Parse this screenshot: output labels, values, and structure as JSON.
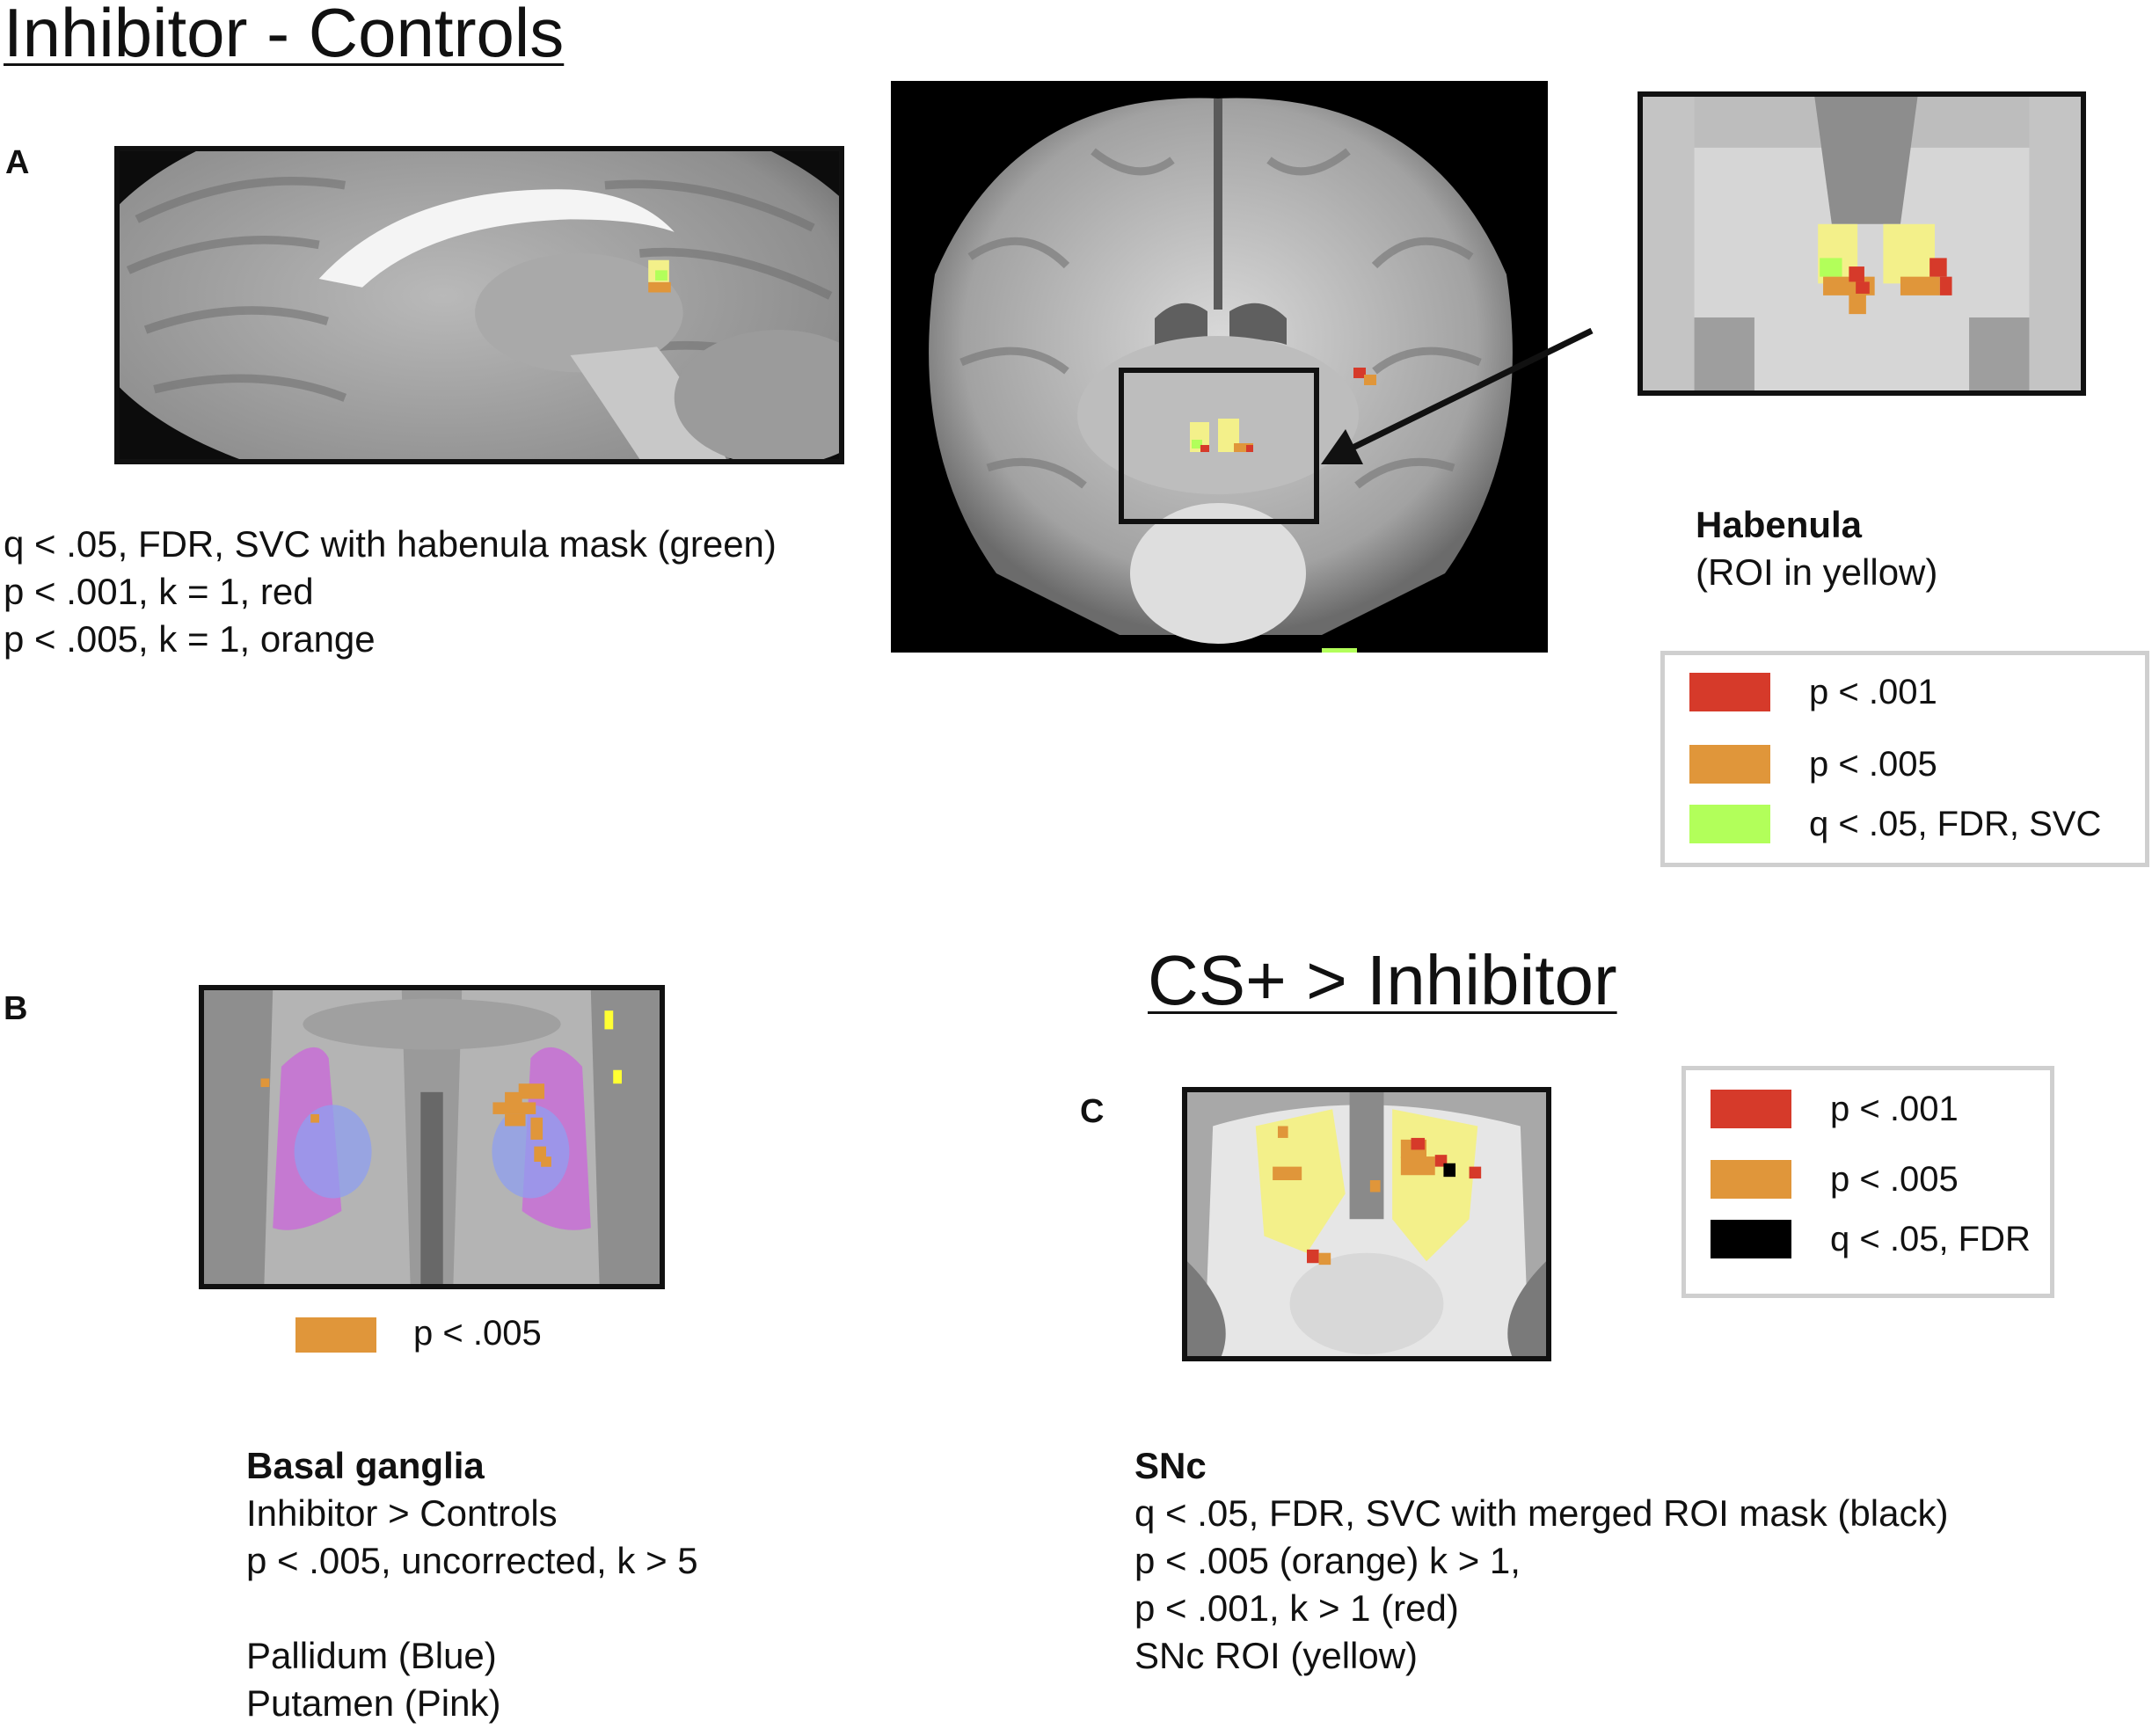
{
  "titles": {
    "top": "Inhibitor - Controls",
    "bottom": "CS+ > Inhibitor"
  },
  "panels": {
    "a": "A",
    "b": "B",
    "c": "C"
  },
  "panel_a": {
    "caption": [
      "q < .05, FDR, SVC with habenula mask (green)",
      "p < .001, k = 1, red",
      "p < .005, k = 1, orange"
    ]
  },
  "habenula": {
    "heading": "Habenula",
    "subheading": "(ROI in yellow)",
    "legend": [
      {
        "label": "p < .001",
        "color": "#d63a2a"
      },
      {
        "label": "p < .005",
        "color": "#e0963a"
      },
      {
        "label": "q < .05, FDR, SVC",
        "color": "#b2ff5a"
      }
    ]
  },
  "panel_b": {
    "legend_label": "p < .005",
    "legend_color": "#e0963a",
    "heading": "Basal ganglia",
    "lines": [
      "Inhibitor > Controls",
      "p < .005, uncorrected, k > 5"
    ],
    "roi_lines": [
      "Pallidum (Blue)",
      "Putamen (Pink)"
    ]
  },
  "panel_c": {
    "legend": [
      {
        "label": "p < .001",
        "color": "#d63a2a"
      },
      {
        "label": "p < .005",
        "color": "#e0963a"
      },
      {
        "label": "q < .05, FDR",
        "color": "#000000"
      }
    ],
    "heading": "SNc",
    "lines": [
      "q < .05, FDR, SVC with merged ROI mask (black)",
      "p < .005 (orange) k > 1,",
      "p < .001, k > 1 (red)",
      "SNc ROI (yellow)"
    ]
  },
  "colors": {
    "red": "#d63a2a",
    "orange": "#e0963a",
    "green": "#b2ff5a",
    "black": "#000000",
    "yellow_roi": "#f3f08a",
    "pink_roi": "#c86fd6",
    "blue_roi": "#8f9ff0"
  }
}
